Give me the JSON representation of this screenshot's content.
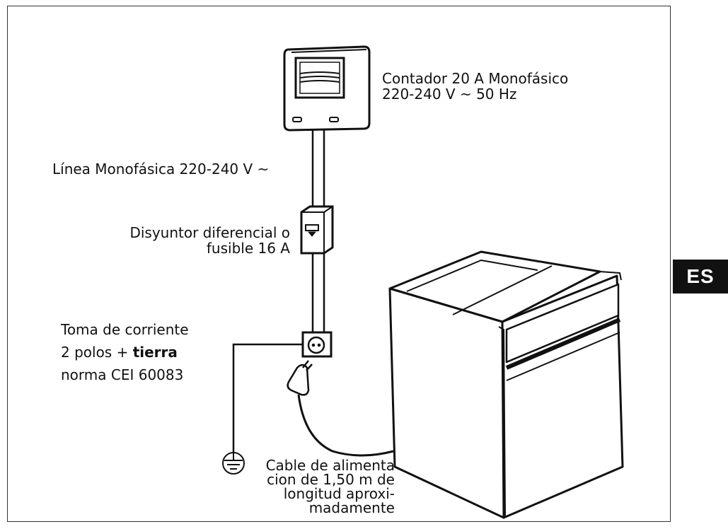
{
  "labels": {
    "meter": [
      "Contador 20 A Monofásico",
      "220-240 V ~ 50 Hz"
    ],
    "line": "Línea Monofásica 220-240 V ~",
    "breaker": [
      "Disyuntor diferencial o",
      "fusible 16 A"
    ],
    "socket": {
      "line1": "Toma de corriente",
      "line2_prefix": "2 polos + ",
      "line2_bold": "tierra",
      "line3": "norma CEI 60083"
    },
    "cable": [
      "Cable de alimenta",
      "cion de 1,50 m de",
      "longitud aproxi-",
      "madamente"
    ]
  },
  "badge": {
    "text": "ES",
    "bg": "#111111",
    "fg": "#ffffff"
  },
  "icons": [
    "electricity-meter-icon",
    "breaker-box-icon",
    "wall-socket-icon",
    "plug-icon",
    "ground-symbol-icon",
    "oven-icon"
  ]
}
